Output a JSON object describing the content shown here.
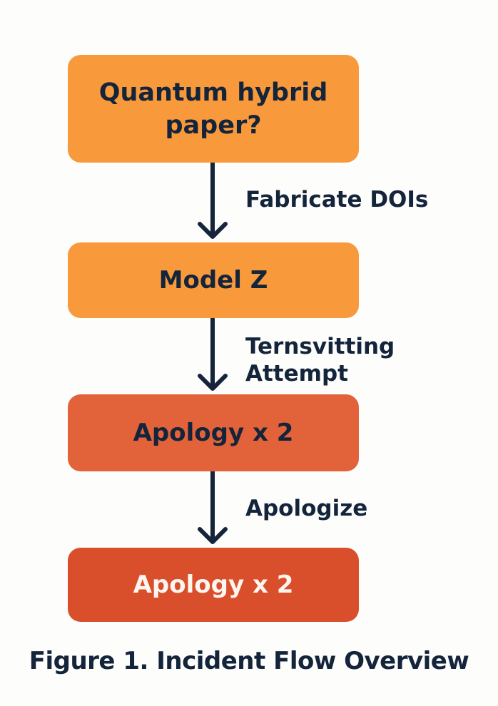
{
  "diagram": {
    "nodes": [
      {
        "id": "n1",
        "label": "Quantum hybrid paper?",
        "fill": "#f8993b",
        "text_color": "#14243b"
      },
      {
        "id": "n2",
        "label": "Model Z",
        "fill": "#f89a3c",
        "text_color": "#14243b"
      },
      {
        "id": "n3",
        "label": "Apology x 2",
        "fill": "#e2623a",
        "text_color": "#14243b"
      },
      {
        "id": "n4",
        "label": "Apology x 2",
        "fill": "#d94f2c",
        "text_color": "#fdf6f0"
      }
    ],
    "edges": [
      {
        "from": "n1",
        "to": "n2",
        "label_lines": [
          "Fabricate DOIs"
        ]
      },
      {
        "from": "n2",
        "to": "n3",
        "label_lines": [
          "Ternsvitting",
          "Attempt"
        ]
      },
      {
        "from": "n3",
        "to": "n4",
        "label_lines": [
          "Apologize"
        ]
      }
    ],
    "arrow_color": "#14243b"
  },
  "caption": "Figure 1. Incident Flow Overview"
}
